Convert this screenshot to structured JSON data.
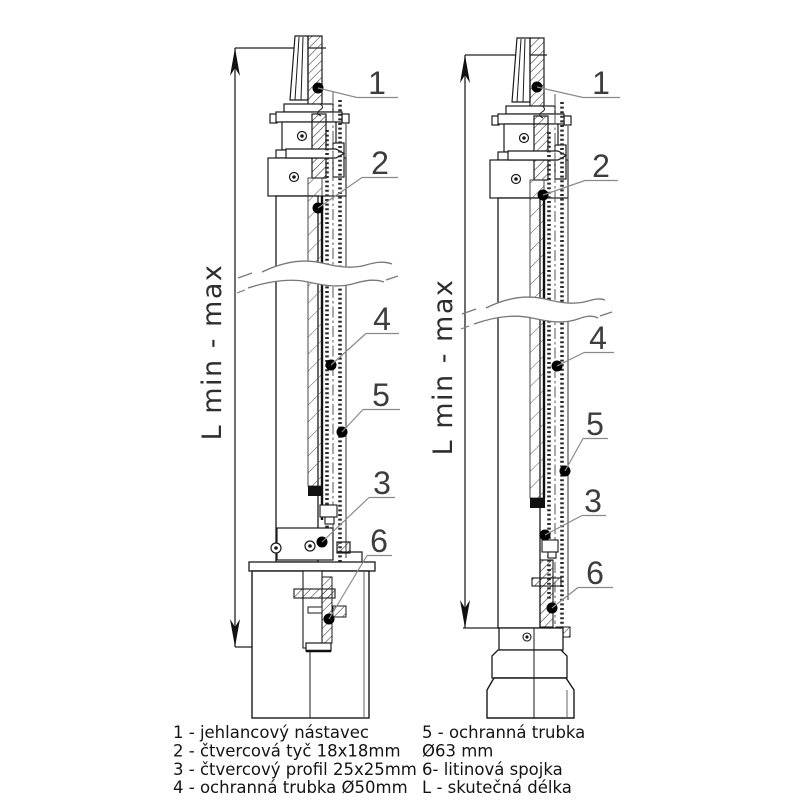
{
  "dimension": {
    "label": "L min - max"
  },
  "callouts": {
    "n1": "1",
    "n2": "2",
    "n3": "3",
    "n4": "4",
    "n5": "5",
    "n6": "6"
  },
  "legend": {
    "left": [
      "1 - jehlancový nástavec",
      "2 - čtvercová tyč 18x18mm",
      "3 - čtvercový profil 25x25mm",
      "4 - ochranná trubka Ø50mm"
    ],
    "right": [
      "5 - ochranná trubka",
      "Ø63 mm",
      "6- litinová spojka",
      "L - skutečná délka"
    ]
  }
}
